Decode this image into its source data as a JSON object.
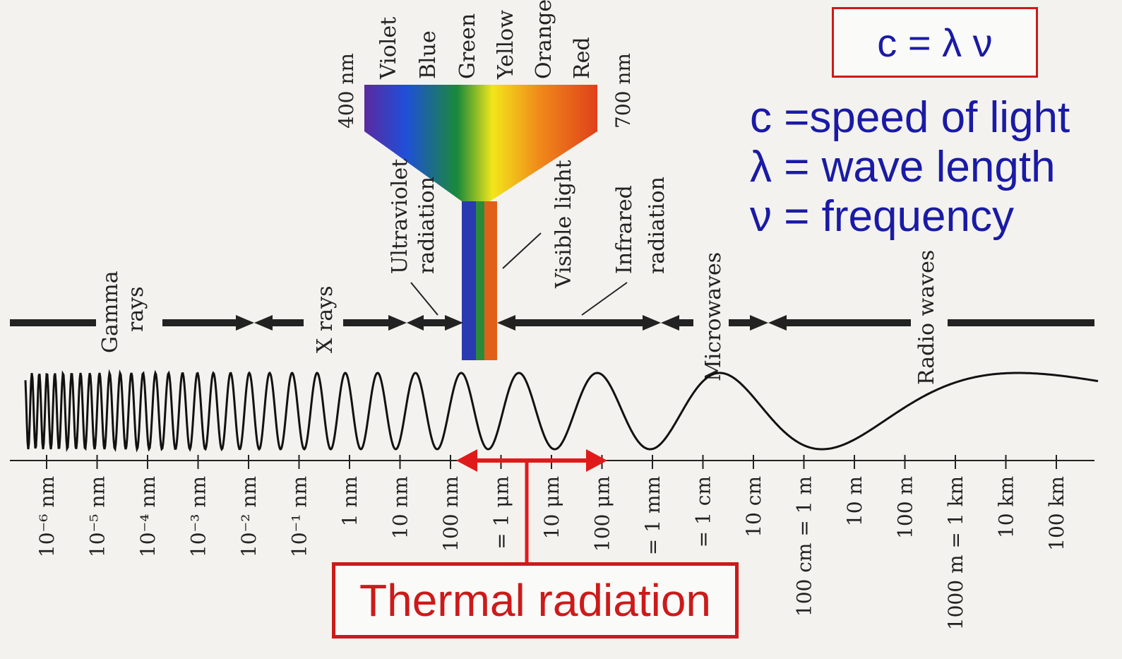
{
  "formula": "c = λ ν",
  "definitions": [
    "c =speed of light",
    "λ = wave length",
    " ν = frequency"
  ],
  "thermal_label": "Thermal radiation",
  "visible_spectrum": {
    "colors": [
      "Violet",
      "Blue",
      "Green",
      "Yellow",
      "Orange",
      "Red"
    ],
    "start_label": "400 nm",
    "end_label": "700 nm"
  },
  "regions": {
    "gamma": [
      "Gamma",
      "rays"
    ],
    "xrays": "X rays",
    "ultraviolet": [
      "Ultraviolet",
      "radiation"
    ],
    "visible": "Visible light",
    "infrared": [
      "Infrared",
      "radiation"
    ],
    "microwaves": "Microwaves",
    "radio": "Radio waves"
  },
  "scale_ticks": [
    "10⁻⁶ nm",
    "10⁻⁵ nm",
    "10⁻⁴ nm",
    "10⁻³ nm",
    "10⁻² nm",
    "10⁻¹ nm",
    "1 nm",
    "10 nm",
    "100 nm",
    "= 1 μm",
    "10 μm",
    "100 μm",
    "= 1 mm",
    "= 1 cm",
    "10 cm",
    "100 cm = 1 m",
    "10 m",
    "100 m",
    "1000 m = 1 km",
    "10 km",
    "100 km"
  ],
  "colors": {
    "formula_text": "#1a1aa6",
    "highlight": "#cc1a1a",
    "ink": "#222222",
    "spectrum": [
      "#5a2aa0",
      "#1f4fd8",
      "#1a8a3a",
      "#f2e61a",
      "#f08a1a",
      "#e0401a"
    ]
  }
}
